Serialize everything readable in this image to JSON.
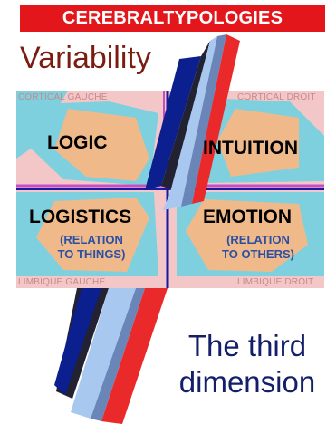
{
  "banner": {
    "text": "CEREBRALTYPOLOGIES",
    "color": "#e3171b"
  },
  "title": "Variability",
  "corners": {
    "top_left": "CORTICAL GAUCHE",
    "top_right": "CORTICAL DROIT",
    "bottom_left": "LIMBIQUE GAUCHE",
    "bottom_right": "LIMBIQUE DROIT"
  },
  "quadrants": {
    "top_left": {
      "label": "LOGIC"
    },
    "top_right": {
      "label": "INTUITION"
    },
    "bottom_left": {
      "label": "LOGISTICS",
      "sub_line1": "(RELATION",
      "sub_line2": "TO THINGS)"
    },
    "bottom_right": {
      "label": "EMOTION",
      "sub_line1": "(RELATION",
      "sub_line2": "TO OTHERS)"
    }
  },
  "bottom_text": {
    "line1": "The third",
    "line2": "dimension"
  },
  "colors": {
    "panel_pink": "#f3c7c7",
    "shape_cyan": "#7fd0df",
    "shape_orange": "#f0b98a",
    "divider_blue": "#1a1aa0",
    "divider_magenta": "#c44fc4",
    "arrow_navy": "#0b1f8f",
    "arrow_light_blue": "#a9c8f0",
    "arrow_red": "#ea2a2a",
    "arrow_dark": "#222233",
    "arrow_steel": "#6a86b8"
  }
}
